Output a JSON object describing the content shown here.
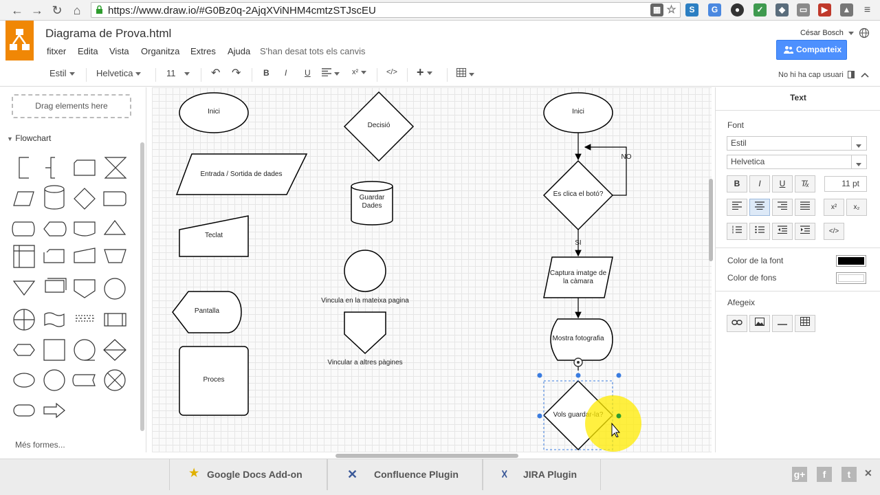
{
  "browser": {
    "url": "https://www.draw.io/#G0Bz0q-2AjqXViNHM4cmtzSTJscEU"
  },
  "app": {
    "title": "Diagrama de Prova.html",
    "user": "César Bosch",
    "share_label": "Comparteix",
    "menu": [
      "fitxer",
      "Edita",
      "Vista",
      "Organitza",
      "Extres",
      "Ajuda"
    ],
    "saved_message": "S'han desat tots els canvis",
    "users_status": "No hi ha cap usuari"
  },
  "toolbar": {
    "style": "Estil",
    "font": "Helvetica",
    "size": "11",
    "bold": "B",
    "italic": "I",
    "underline": "U",
    "superscript": "x²",
    "html": "</>"
  },
  "sidebar": {
    "drag_hint": "Drag elements here",
    "section": "Flowchart",
    "more_shapes": "Més formes..."
  },
  "diagram": {
    "shapes": [
      "Inici",
      "Entrada / Sortida de dades",
      "Teclat",
      "Pantalla",
      "Proces",
      "Decisió",
      "Guardar Dades",
      "Vincula en la mateixa pagina",
      "Vincular a altres pàgines"
    ],
    "flow": {
      "start": "Inici",
      "decision": "Es clica el botó?",
      "no_label": "NO",
      "yes_label": "SI",
      "capture": "Captura imatge de la càmara",
      "display": "Mostra fotografia",
      "save": "Vols guardar-la?"
    }
  },
  "format_panel": {
    "title": "Text",
    "font_heading": "Font",
    "style": "Estil",
    "font": "Helvetica",
    "size": "11 pt",
    "font_color_label": "Color de la font",
    "font_color": "#000000",
    "bg_color_label": "Color de fons",
    "bg_color": "#ffffff",
    "insert_heading": "Afegeix",
    "buttons": {
      "bold": "B",
      "italic": "I",
      "underline": "U",
      "superscript": "x²",
      "subscript": "x₂",
      "html": "</>"
    }
  },
  "footer": {
    "plugins": [
      "Google Docs Add-on",
      "Confluence Plugin",
      "JIRA Plugin"
    ],
    "social": [
      "g+",
      "f",
      "t"
    ]
  },
  "colors": {
    "accent": "#4d90fe",
    "logo": "#f08705",
    "selection": "#3a7ce0",
    "connector_point": "#2e9c2e"
  }
}
